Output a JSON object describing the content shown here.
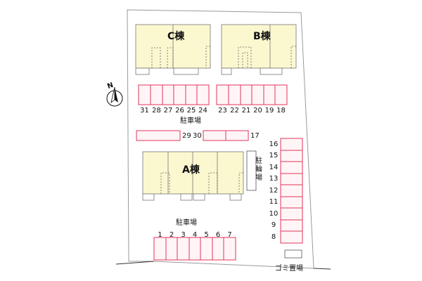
{
  "buildings": {
    "c": "C棟",
    "b": "B棟",
    "a": "A棟"
  },
  "parking": {
    "upper_label": "駐車場",
    "lower_label": "駐車場",
    "row_c": [
      "31",
      "28",
      "27",
      "26",
      "25",
      "24"
    ],
    "row_b": [
      "23",
      "22",
      "21",
      "20",
      "19",
      "18"
    ],
    "middle_left": "29",
    "middle_mid": "30",
    "middle_right": "17",
    "bottom_row": [
      "1",
      "2",
      "3",
      "4",
      "5",
      "6",
      "7"
    ],
    "right_column": [
      "16",
      "15",
      "14",
      "13",
      "12",
      "11",
      "10",
      "9",
      "8"
    ]
  },
  "bike_parking": [
    "駐",
    "輪",
    "場"
  ],
  "garbage": "ゴミ置場",
  "compass": "N",
  "colors": {
    "building_fill": "#fbf7cf",
    "parking_stroke": "#e0355a",
    "parking_fill": "#fff5f7",
    "site_stroke": "#9a9a9a"
  }
}
